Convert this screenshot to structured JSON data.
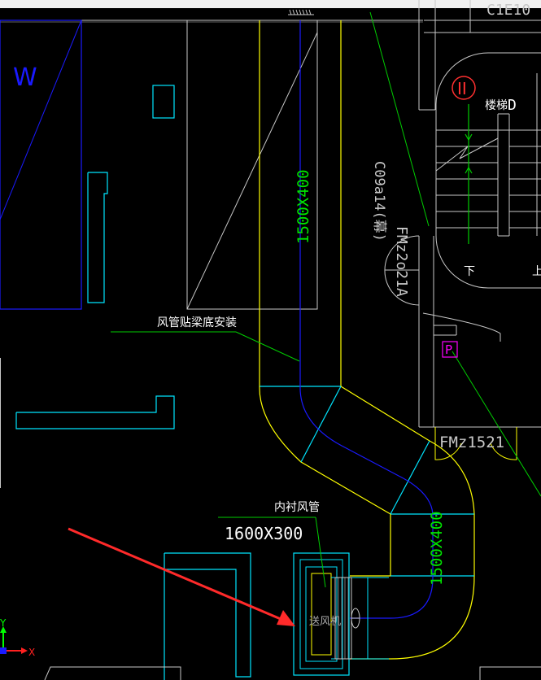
{
  "colors": {
    "background": "#000000",
    "wall": "#c8c8c8",
    "duct_outline": "#ffff00",
    "duct_segment": "#00e5ff",
    "duct_centerline": "#1a1aff",
    "leader": "#00cc00",
    "axis_x": "#ff2020",
    "axis_y": "#00ff00",
    "marker_red": "#ff3030",
    "marker_magenta": "#ff00ff",
    "arrow": "#ff2a2a",
    "green_text": "#00e600",
    "white_text": "#ffffff",
    "gray_text": "#aaaaaa"
  },
  "labels": {
    "duct_vertical_size": "1500X400",
    "duct_lower_size": "1500X400",
    "duct_beam_note": "风管贴梁底安装",
    "lined_duct": "内衬风管",
    "lined_duct_size": "1600X300",
    "supply_fan": "送风机",
    "stair": "楼梯",
    "stair_suffix": "D",
    "stair_down": "下",
    "stair_up": "上",
    "roman_two": "II",
    "door_a": "FMz2o21A",
    "door_b": "FMz1521",
    "window_code": "C09a14(幕)",
    "w_mark": "W",
    "p_mark": "P",
    "top_right_code": "C1E10",
    "axis_x_label": "X",
    "axis_y_label": "Y"
  }
}
